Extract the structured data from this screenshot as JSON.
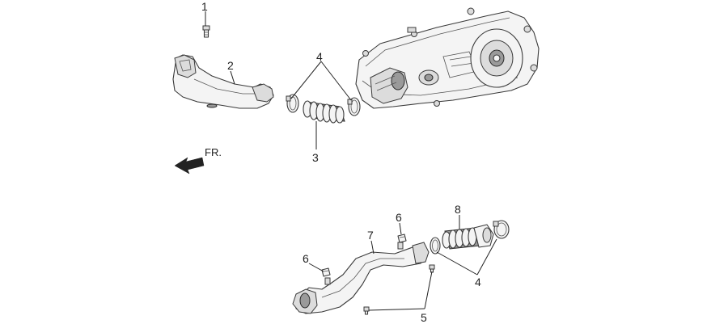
{
  "callouts": {
    "c1": "1",
    "c2": "2",
    "c3": "3",
    "c4_top": "4",
    "c4_bottom": "4",
    "c5": "5",
    "c6_left": "6",
    "c6_right": "6",
    "c7": "7",
    "c8": "8"
  },
  "direction": {
    "label": "FR.",
    "icon": "arrow-left-icon"
  },
  "colors": {
    "line": "#3a3a3a",
    "fill": "#f4f4f4",
    "background": "#ffffff"
  }
}
